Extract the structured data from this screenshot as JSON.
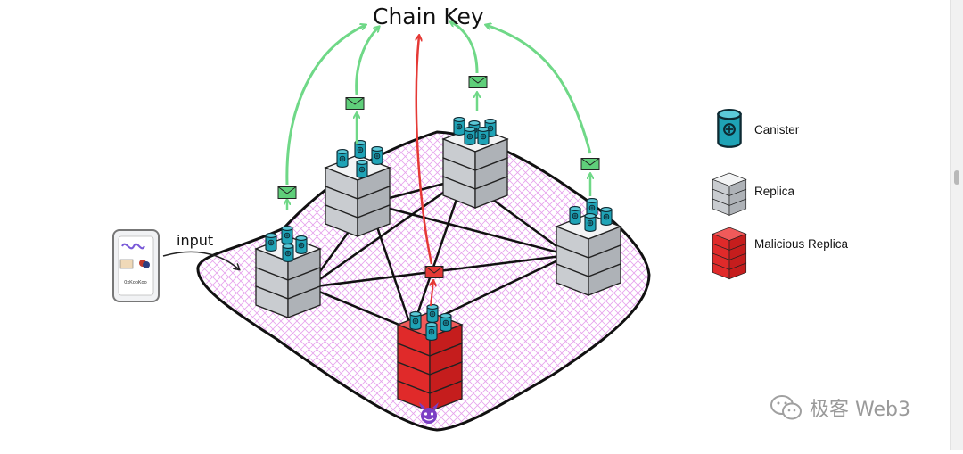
{
  "diagram": {
    "title": "Chain Key",
    "input_label": "input",
    "wallet_text": "0xKooKoo"
  },
  "legend": {
    "canister": "Canister",
    "replica": "Replica",
    "malicious_replica": "Malicious Replica"
  },
  "watermark": {
    "text": "极客 Web3",
    "icon": "wechat-icon"
  },
  "colors": {
    "canister": "#1fa3b6",
    "replica": "#d7d9dc",
    "malicious": "#e02a2a",
    "message": "#5fcf7a",
    "arrow_green": "#6fd887",
    "arrow_red": "#e53935",
    "subnet_grid": "#e6a2ec"
  }
}
